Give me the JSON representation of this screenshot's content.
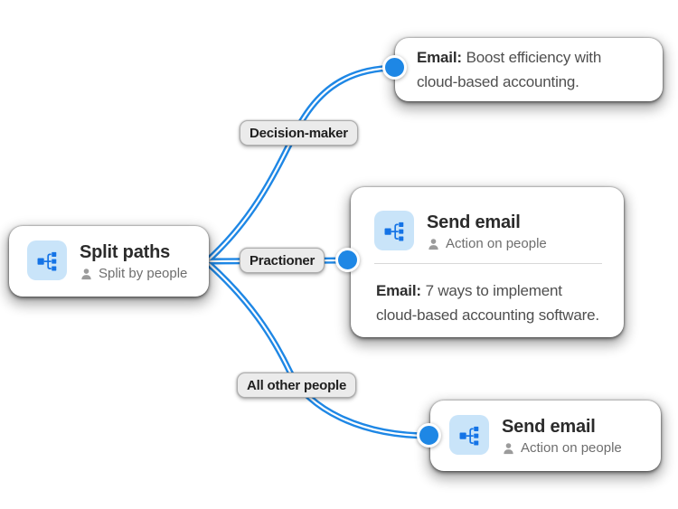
{
  "colors": {
    "connector_blue": "#1E87E5",
    "icon_glyph_blue": "#1473E6",
    "icon_tile_bg": "#C9E4F9",
    "card_bg": "#FFFFFF",
    "pill_bg": "#EBEBEB",
    "pill_border": "#ADADAD",
    "title_text": "#2B2B2B",
    "subtitle_text": "#6E6E6E",
    "body_text": "#4F4F4F"
  },
  "split_card": {
    "title": "Split paths",
    "subtitle": "Split by people"
  },
  "branches": {
    "top_label": "Decision-maker",
    "middle_label": "Practioner",
    "bottom_label": "All other people"
  },
  "top_card": {
    "email_label": "Email:",
    "email_text": "Boost efficiency with cloud-based accounting."
  },
  "middle_card": {
    "title": "Send email",
    "subtitle": "Action on people",
    "email_label": "Email:",
    "email_text": "7 ways to implement cloud-based accounting software."
  },
  "bottom_card": {
    "title": "Send email",
    "subtitle": "Action on people"
  }
}
